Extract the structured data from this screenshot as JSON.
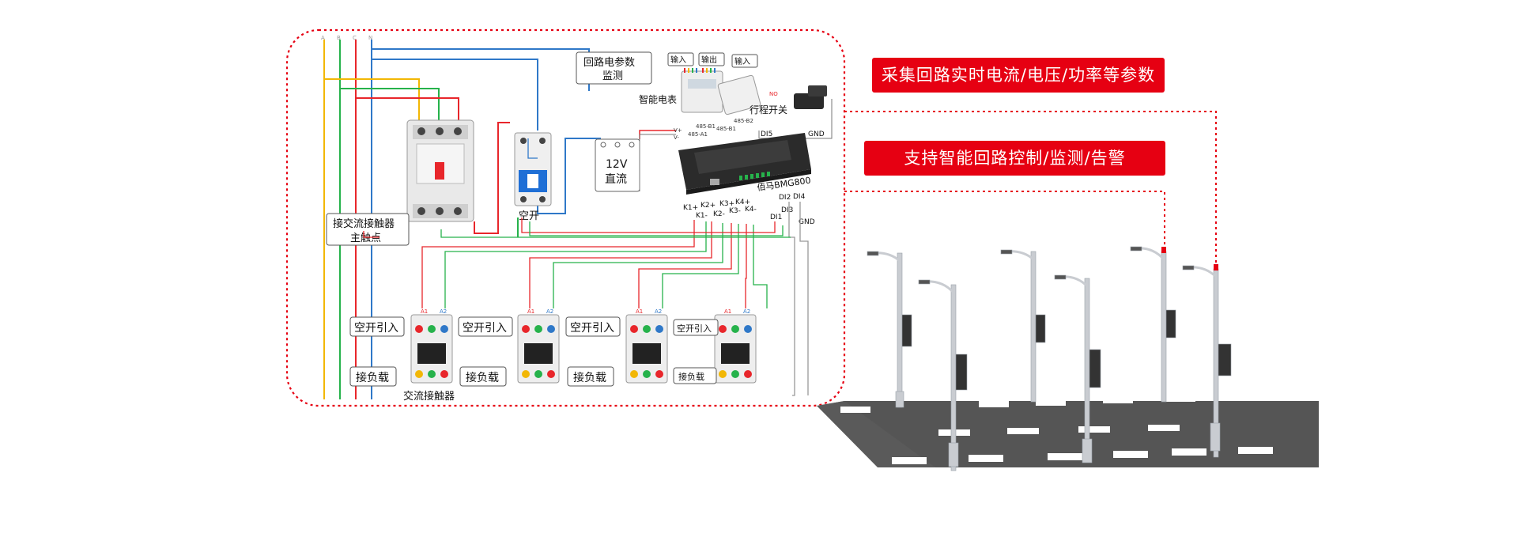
{
  "colors": {
    "accent_red": "#e60012",
    "wire_yellow": "#f2b705",
    "wire_green": "#26b24b",
    "wire_red": "#e8262b",
    "wire_blue": "#2f78c8",
    "road": "#555555",
    "pole": "#c9ccd1"
  },
  "callouts": {
    "collect": "采集回路实时电流/电压/功率等参数",
    "control": "支持智能回路控制/监测/告警"
  },
  "diagram": {
    "phase_labels": [
      "A",
      "B",
      "C",
      "N"
    ],
    "contact_label_line1": "接交流接触器",
    "contact_label_line2": "主触点",
    "breaker_label": "空开",
    "dc_label_line1": "12V",
    "dc_label_line2": "直流",
    "loop_monitor_line1": "回路电参数",
    "loop_monitor_line2": "监测",
    "meter_label": "智能电表",
    "input_label": "输入",
    "output_label": "输出",
    "input_label2": "输入",
    "travel_switch": "行程开关",
    "no_label": "NO",
    "gnd_top": "GND",
    "di5": "DI5",
    "rs485_b1a": "485-B1",
    "rs485_a1": "485-A1",
    "rs485_b2": "485-B2",
    "rs485_b1b": "485-B1",
    "vplus": "V+",
    "vminus": "V-",
    "controller": "佰马BMG800",
    "k1p": "K1+",
    "k1m": "K1-",
    "k2p": "K2+",
    "k2m": "K2-",
    "k3p": "K3+",
    "k3m": "K3-",
    "k4p": "K4+",
    "k4m": "K4-",
    "di1": "DI1",
    "di2": "DI2",
    "di3": "DI3",
    "di4": "DI4",
    "gnd_bottom": "GND",
    "breaker_in": [
      "空开引入",
      "空开引入",
      "空开引入",
      "空开引入"
    ],
    "load": [
      "接负载",
      "接负载",
      "接负载",
      "接负载"
    ],
    "contactor": "交流接触器",
    "a1": "A1",
    "a2": "A2"
  }
}
